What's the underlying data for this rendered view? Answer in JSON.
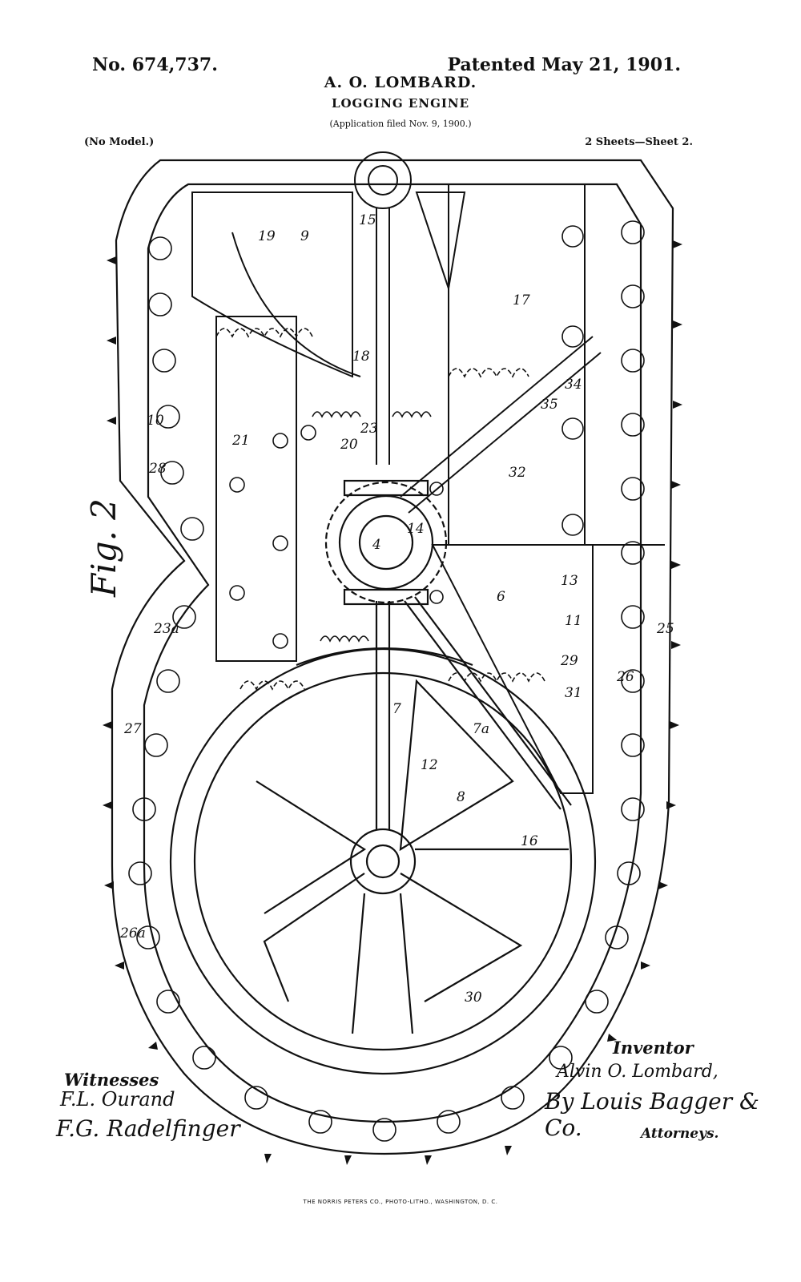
{
  "header": {
    "patent_no": "No. 674,737.",
    "patented": "Patented May 21, 1901.",
    "inventor": "A. O. LOMBARD.",
    "title": "LOGGING ENGINE",
    "filed": "(Application filed Nov. 9, 1900.)",
    "model": "(No Model.)",
    "sheets": "2 Sheets—Sheet 2."
  },
  "figure": {
    "label": "Fig. 2",
    "reference_numerals": [
      "15",
      "9",
      "19",
      "17",
      "18",
      "35",
      "34",
      "10",
      "21",
      "20",
      "23",
      "32",
      "28",
      "14",
      "4",
      "6",
      "13",
      "11",
      "29",
      "23a",
      "25",
      "26",
      "31",
      "7",
      "7a",
      "12",
      "27",
      "8",
      "16",
      "30",
      "26a"
    ]
  },
  "signatures": {
    "witnesses_label": "Witnesses",
    "witness_1": "F.L. Ourand",
    "witness_2": "F.G. Radelfinger",
    "inventor_label": "Inventor",
    "inventor_signature": "Alvin O. Lombard,",
    "attorney": "By Louis Bagger & Co.",
    "attorneys_label": "Attorneys."
  },
  "imprint": "THE NORRIS PETERS CO., PHOTO-LITHO., WASHINGTON, D. C."
}
